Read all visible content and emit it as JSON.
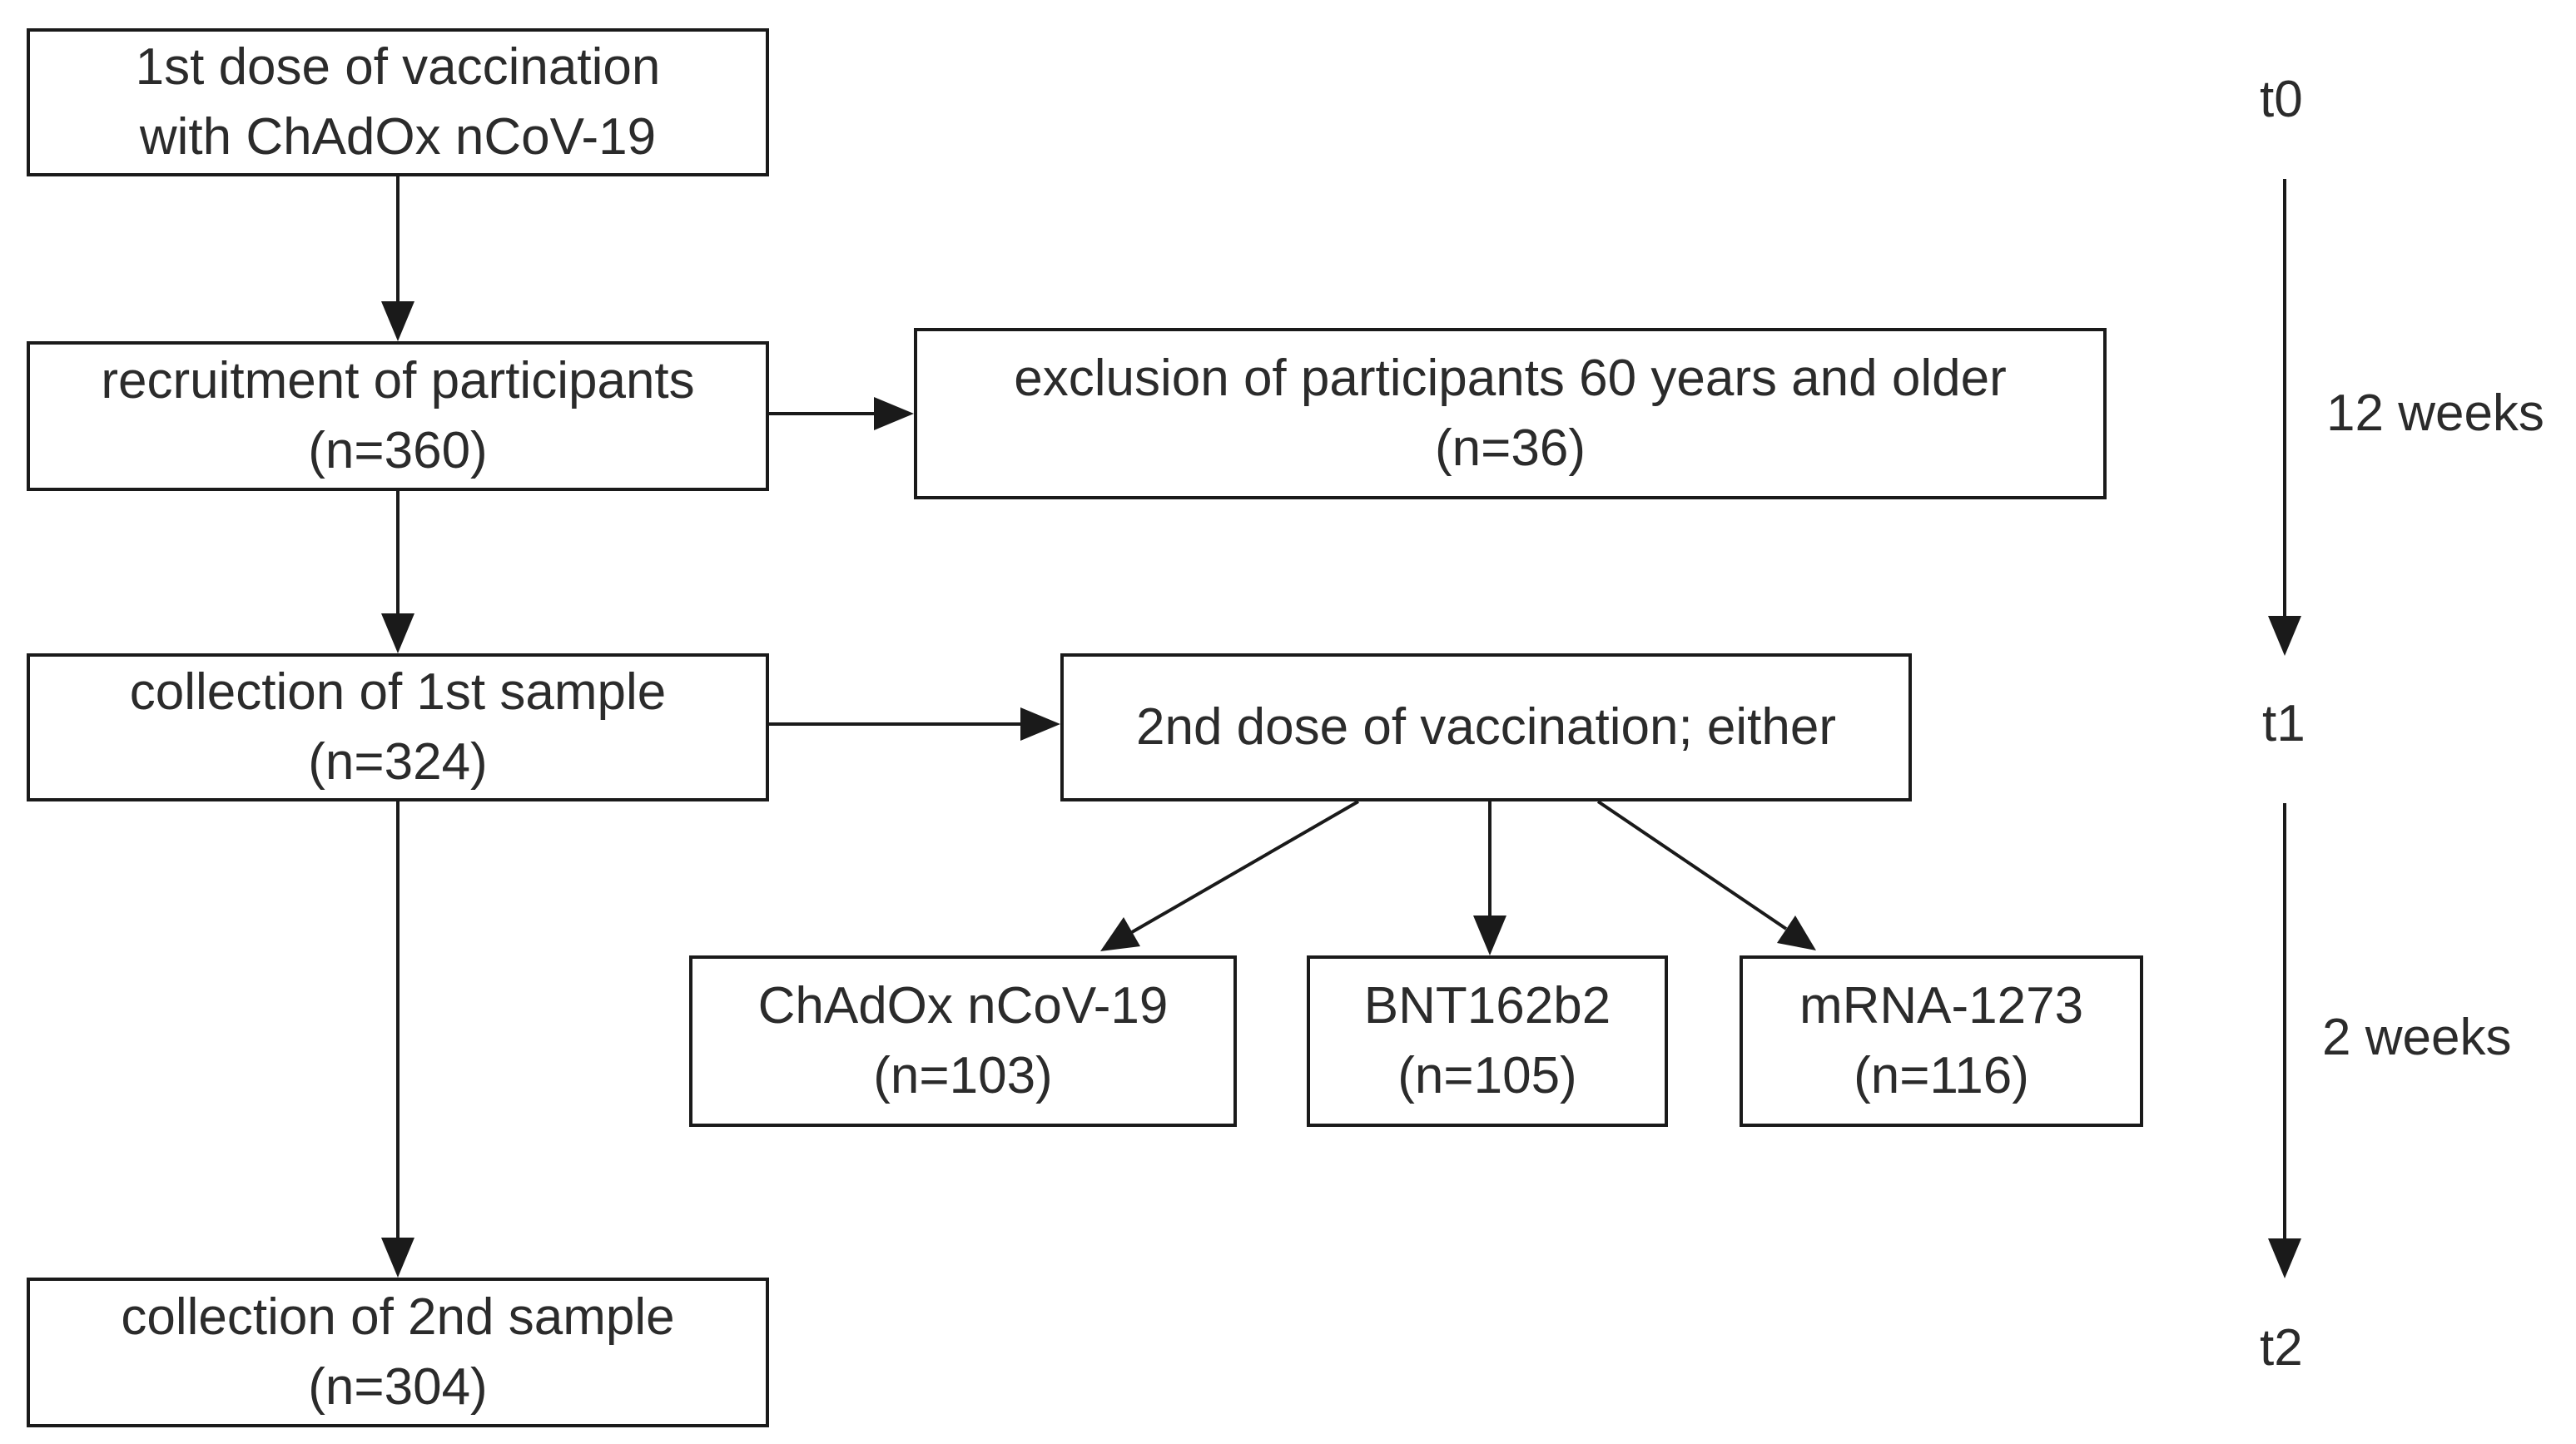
{
  "nodes": {
    "dose1": {
      "line1": "1st dose of vaccination",
      "line2": "with ChAdOx nCoV-19"
    },
    "recruit": {
      "line1": "recruitment of participants",
      "line2": "(n=360)"
    },
    "exclude": {
      "line1": "exclusion of participants 60 years and older",
      "line2": "(n=36)"
    },
    "sample1": {
      "line1": "collection of 1st sample",
      "line2": "(n=324)"
    },
    "dose2": {
      "line1": "2nd dose of vaccination; either"
    },
    "chadox": {
      "line1": "ChAdOx nCoV-19",
      "line2": "(n=103)"
    },
    "bnt": {
      "line1": "BNT162b2",
      "line2": "(n=105)"
    },
    "mrna": {
      "line1": "mRNA-1273",
      "line2": "(n=116)"
    },
    "sample2": {
      "line1": "collection of 2nd sample",
      "line2": "(n=304)"
    }
  },
  "timeline": {
    "t0": "t0",
    "interval1": "12 weeks",
    "t1": "t1",
    "interval2": "2 weeks",
    "t2": "t2"
  },
  "colors": {
    "line": "#1a1a1a",
    "text": "#2b2b2b",
    "background": "#ffffff"
  }
}
